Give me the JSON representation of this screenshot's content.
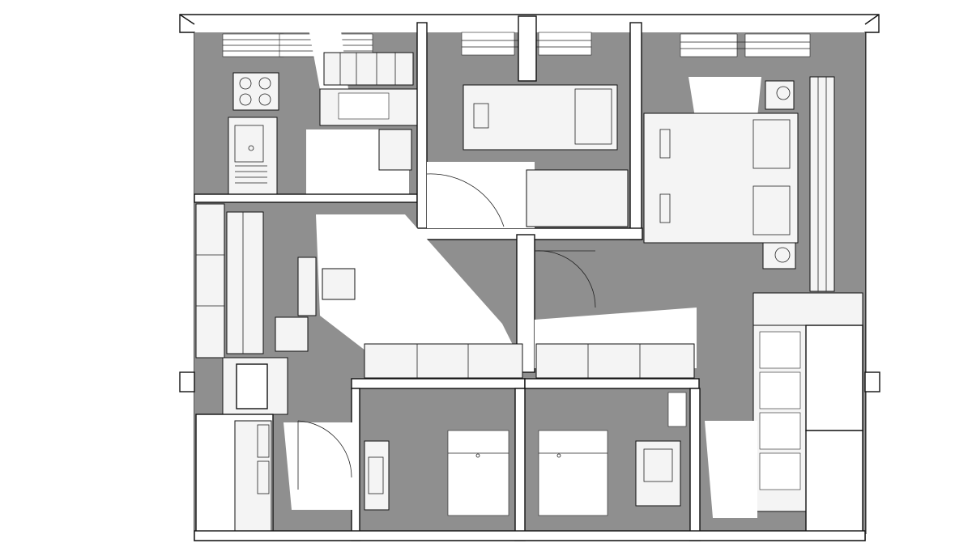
{
  "view": {
    "type": "isometric floor plan",
    "palette": {
      "background": "#ffffff",
      "floor": "#8f8f8f",
      "shadow": "#7a7a7a",
      "wall": "#ffffff",
      "line": "#111111",
      "light": "#ffffff"
    }
  },
  "rooms": [
    {
      "id": "kitchen"
    },
    {
      "id": "bedroom-small"
    },
    {
      "id": "bedroom-master"
    },
    {
      "id": "living-room"
    },
    {
      "id": "hallway"
    },
    {
      "id": "bathroom-left"
    },
    {
      "id": "bathroom-right"
    },
    {
      "id": "wardrobe"
    },
    {
      "id": "entry-closet"
    }
  ]
}
